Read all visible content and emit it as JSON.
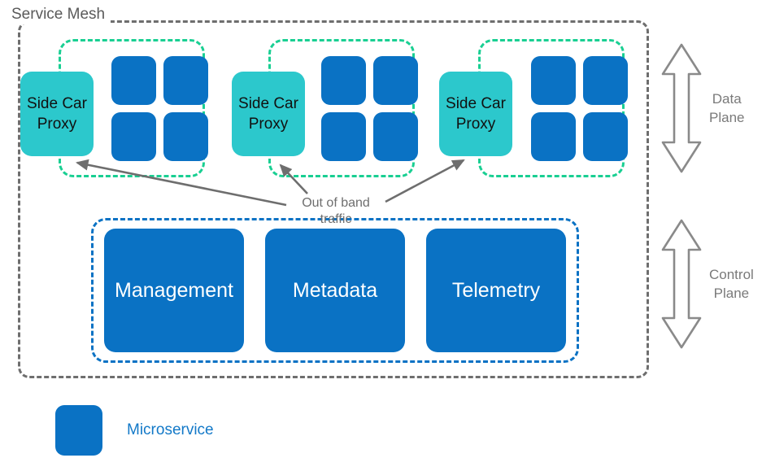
{
  "diagram": {
    "title": "Service Mesh",
    "colors": {
      "microservice_blue": "#0A72C4",
      "sidecar_teal": "#2CC8CC",
      "group_green": "#19CF92",
      "mesh_gray": "#6E6E6E",
      "legend_text_blue": "#1379C8"
    },
    "service_groups": [
      {
        "sidecar_label_line1": "Side Car",
        "sidecar_label_line2": "Proxy",
        "microservice_count": 4
      },
      {
        "sidecar_label_line1": "Side Car",
        "sidecar_label_line2": "Proxy",
        "microservice_count": 4
      },
      {
        "sidecar_label_line1": "Side Car",
        "sidecar_label_line2": "Proxy",
        "microservice_count": 4
      }
    ],
    "control_plane": {
      "boxes": [
        {
          "label": "Management"
        },
        {
          "label": "Metadata"
        },
        {
          "label": "Telemetry"
        }
      ]
    },
    "planes": [
      {
        "name": "data-plane",
        "label_line1": "Data",
        "label_line2": "Plane"
      },
      {
        "name": "control-plane",
        "label_line1": "Control",
        "label_line2": "Plane"
      }
    ],
    "annotation": {
      "line1": "Out of band",
      "line2": "traffic"
    },
    "legend": {
      "label": "Microservice"
    }
  }
}
